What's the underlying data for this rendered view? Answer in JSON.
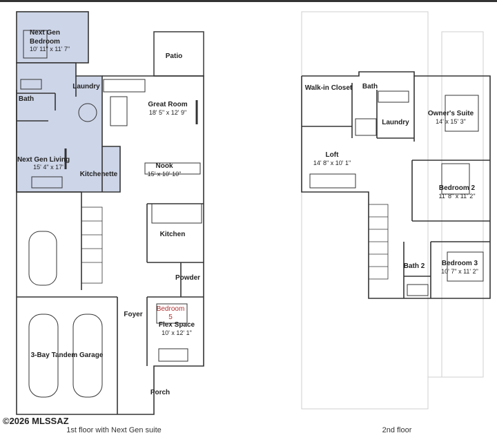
{
  "floor1": {
    "caption": "1st floor with Next Gen suite",
    "rooms": {
      "next_gen_bedroom": {
        "label": "Next Gen Bedroom",
        "label_line1": "Next Gen",
        "label_line2": "Bedroom",
        "dims": "10' 11\" x 11' 7\""
      },
      "patio": {
        "label": "Patio"
      },
      "laundry": {
        "label": "Laundry"
      },
      "bath": {
        "label": "Bath"
      },
      "great_room": {
        "label": "Great Room",
        "dims": "18' 5\" x 12' 9\""
      },
      "next_gen_living": {
        "label": "Next Gen Living",
        "dims": "15' 4\" x 17'"
      },
      "kitchenette": {
        "label": "Kitchenette"
      },
      "nook": {
        "label": "Nook",
        "dims": "15' x 10' 10\""
      },
      "kitchen": {
        "label": "Kitchen"
      },
      "powder": {
        "label": "Powder"
      },
      "foyer": {
        "label": "Foyer"
      },
      "bedroom5": {
        "label": "Bedroom 5",
        "label_line1": "Bedroom",
        "label_line2": "5"
      },
      "flex_space": {
        "label": "Flex Space",
        "dims": "10' x 12' 1\""
      },
      "garage": {
        "label": "3-Bay Tandem Garage"
      },
      "porch": {
        "label": "Porch"
      }
    }
  },
  "floor2": {
    "caption": "2nd floor",
    "rooms": {
      "walk_in_closet": {
        "label": "Walk-in Closet"
      },
      "bath": {
        "label": "Bath"
      },
      "owners_suite": {
        "label": "Owner's Suite",
        "dims": "14' x 15' 3\""
      },
      "laundry": {
        "label": "Laundry"
      },
      "loft": {
        "label": "Loft",
        "dims": "14' 8\" x 10' 1\""
      },
      "bedroom2": {
        "label": "Bedroom 2",
        "dims": "11' 8\" x 11' 2\""
      },
      "bath2": {
        "label": "Bath 2"
      },
      "bedroom3": {
        "label": "Bedroom 3",
        "dims": "10' 7\" x 11' 2\""
      }
    }
  },
  "watermark": "©2026 MLSSAZ",
  "colors": {
    "suite_fill": "#cdd5e8",
    "wall": "#333333",
    "outline2": "#cfcfcf",
    "accent_red": "#b03030"
  }
}
